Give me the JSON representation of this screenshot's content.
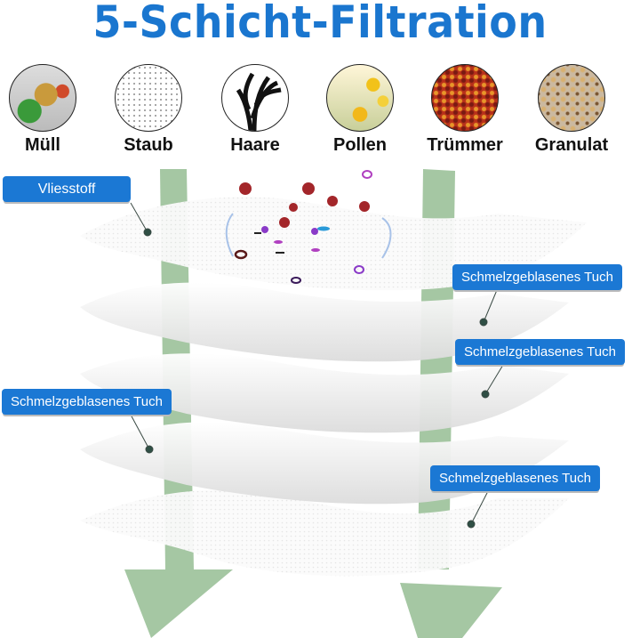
{
  "title": "5-Schicht-Filtration",
  "categories": [
    {
      "label": "Müll",
      "icon": "trash-image"
    },
    {
      "label": "Staub",
      "icon": "dust-image"
    },
    {
      "label": "Haare",
      "icon": "hair-image"
    },
    {
      "label": "Pollen",
      "icon": "pollen-flowers-image"
    },
    {
      "label": "Trümmer",
      "icon": "debris-leaves-image"
    },
    {
      "label": "Granulat",
      "icon": "granules-image"
    }
  ],
  "layers": [
    {
      "label": "Vliesstoff",
      "position": "left"
    },
    {
      "label": "Schmelzgeblasenes Tuch",
      "position": "right"
    },
    {
      "label": "Schmelzgeblasenes Tuch",
      "position": "right"
    },
    {
      "label": "Schmelzgeblasenes Tuch",
      "position": "left"
    },
    {
      "label": "Schmelzgeblasenes Tuch",
      "position": "right"
    }
  ],
  "colors": {
    "title": "#1a76cf",
    "badge": "#1b78d4",
    "arrow": "#9fc39d",
    "pin": "#2f4f45"
  }
}
